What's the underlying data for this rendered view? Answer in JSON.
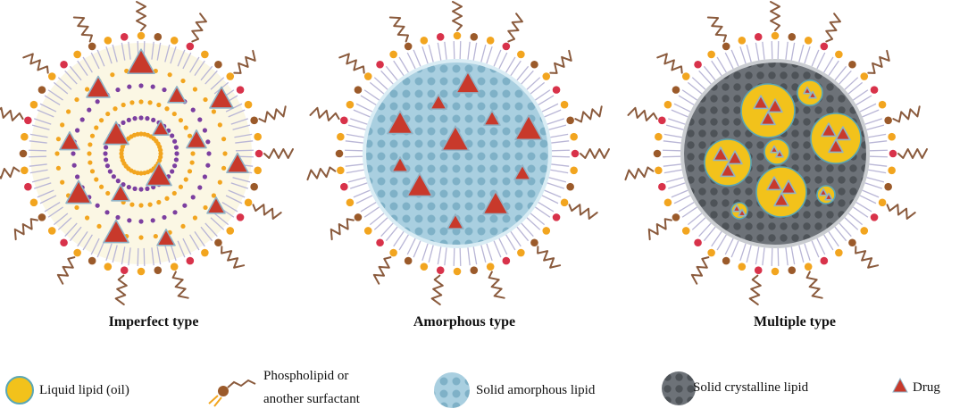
{
  "captions": {
    "imperfect": "Imperfect type",
    "amorphous": "Amorphous type",
    "multiple": "Multiple type"
  },
  "legend": {
    "liquid_lipid": "Liquid lipid (oil)",
    "phospholipid_line1": "Phospholipid or",
    "phospholipid_line2": "another surfactant",
    "solid_amorphous": "Solid amorphous lipid",
    "solid_crystalline": "Solid crystalline lipid",
    "drug": "Drug"
  },
  "colors": {
    "drug": "#c8392b",
    "drug_edge": "#8fb3c7",
    "oil": "#f2c21b",
    "oil_edge": "#5aa7b5",
    "amorphous": "#a9cfe0",
    "amorphous_dot": "#7fb1c7",
    "crystalline": "#6d7278",
    "crystalline_dot": "#4e5358",
    "head_red": "#d8324a",
    "head_orange": "#f2a51f",
    "head_brown": "#9b5a2a",
    "tail": "#8a5a3c",
    "imperfect_bg": "#fbf7e4",
    "purple": "#7c3fa0"
  }
}
